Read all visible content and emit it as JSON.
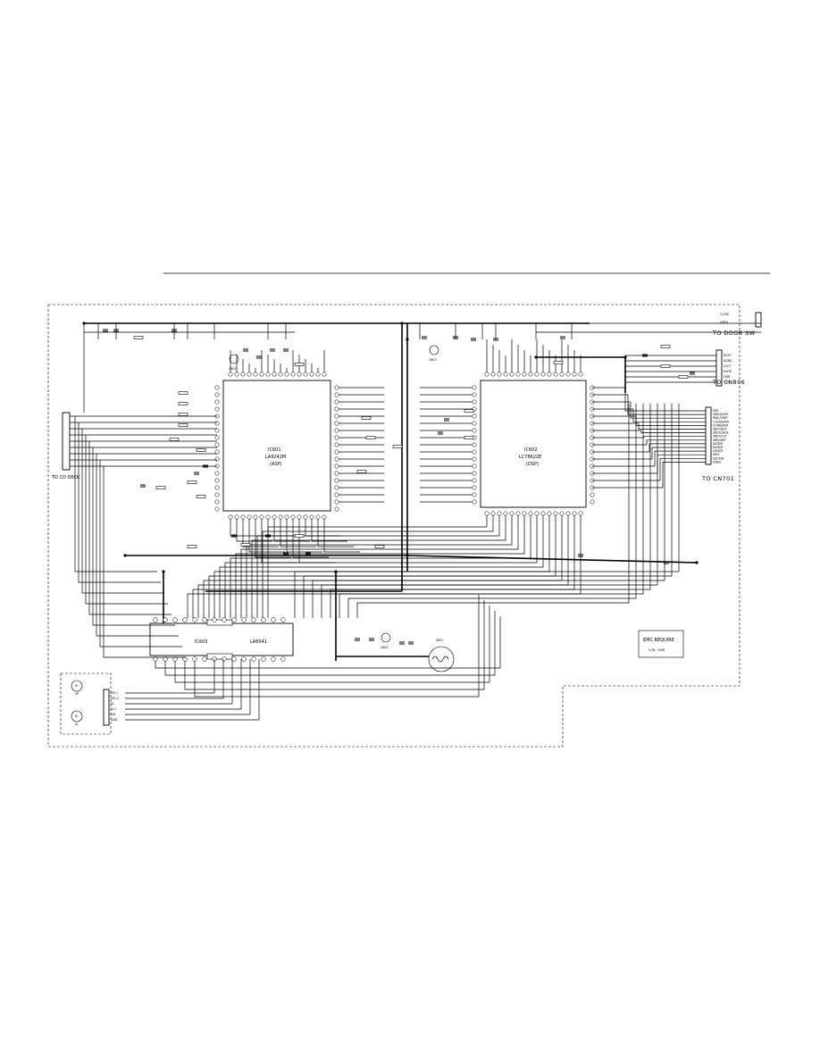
{
  "chips": {
    "ic601": {
      "ref": "IC601",
      "part": "LA9242M",
      "role": "(ASP)"
    },
    "ic602": {
      "ref": "IC602",
      "part": "LC78622E",
      "role": "(DSP)"
    },
    "ic603": {
      "ref": "IC603",
      "part": "LA6541"
    }
  },
  "connectors": {
    "cd_deck": "TO CD DECK",
    "cn701": "TO CN701",
    "cn806": "TO CN806",
    "door_sw": "TO DOOR SW",
    "cn806_pins": [
      "ROUT",
      "AGND",
      "LOUT",
      "MUTE",
      "GND",
      "+5V"
    ],
    "door_pins": [
      "CLOSE",
      "OPEN"
    ],
    "cn701_pins": [
      "DRF",
      "/WRQ/UNIT",
      "RWC/VREF",
      "CQCK/DATA",
      "COIN/DATA",
      "SBSY/BCK",
      "SBCK/LRCK",
      "SBSY/CLK",
      "WRQ/REF",
      "DATA/R",
      "DATA/R",
      "LRCK/R",
      "/RES",
      "SQCK/R",
      "SUBQ"
    ],
    "motor_pins": [
      "SP(-)",
      "SP(+)",
      "SL-",
      "SL+",
      "SW",
      "GND"
    ]
  },
  "motors": {
    "spindle": "SP",
    "sled": "SL"
  },
  "note": {
    "line1": "EMC REQUIRE",
    "line2": "CON , 2006"
  },
  "transistors": {
    "q601": "Q601",
    "q602": "Q602",
    "q603": "Q603"
  },
  "crystal": "X601"
}
